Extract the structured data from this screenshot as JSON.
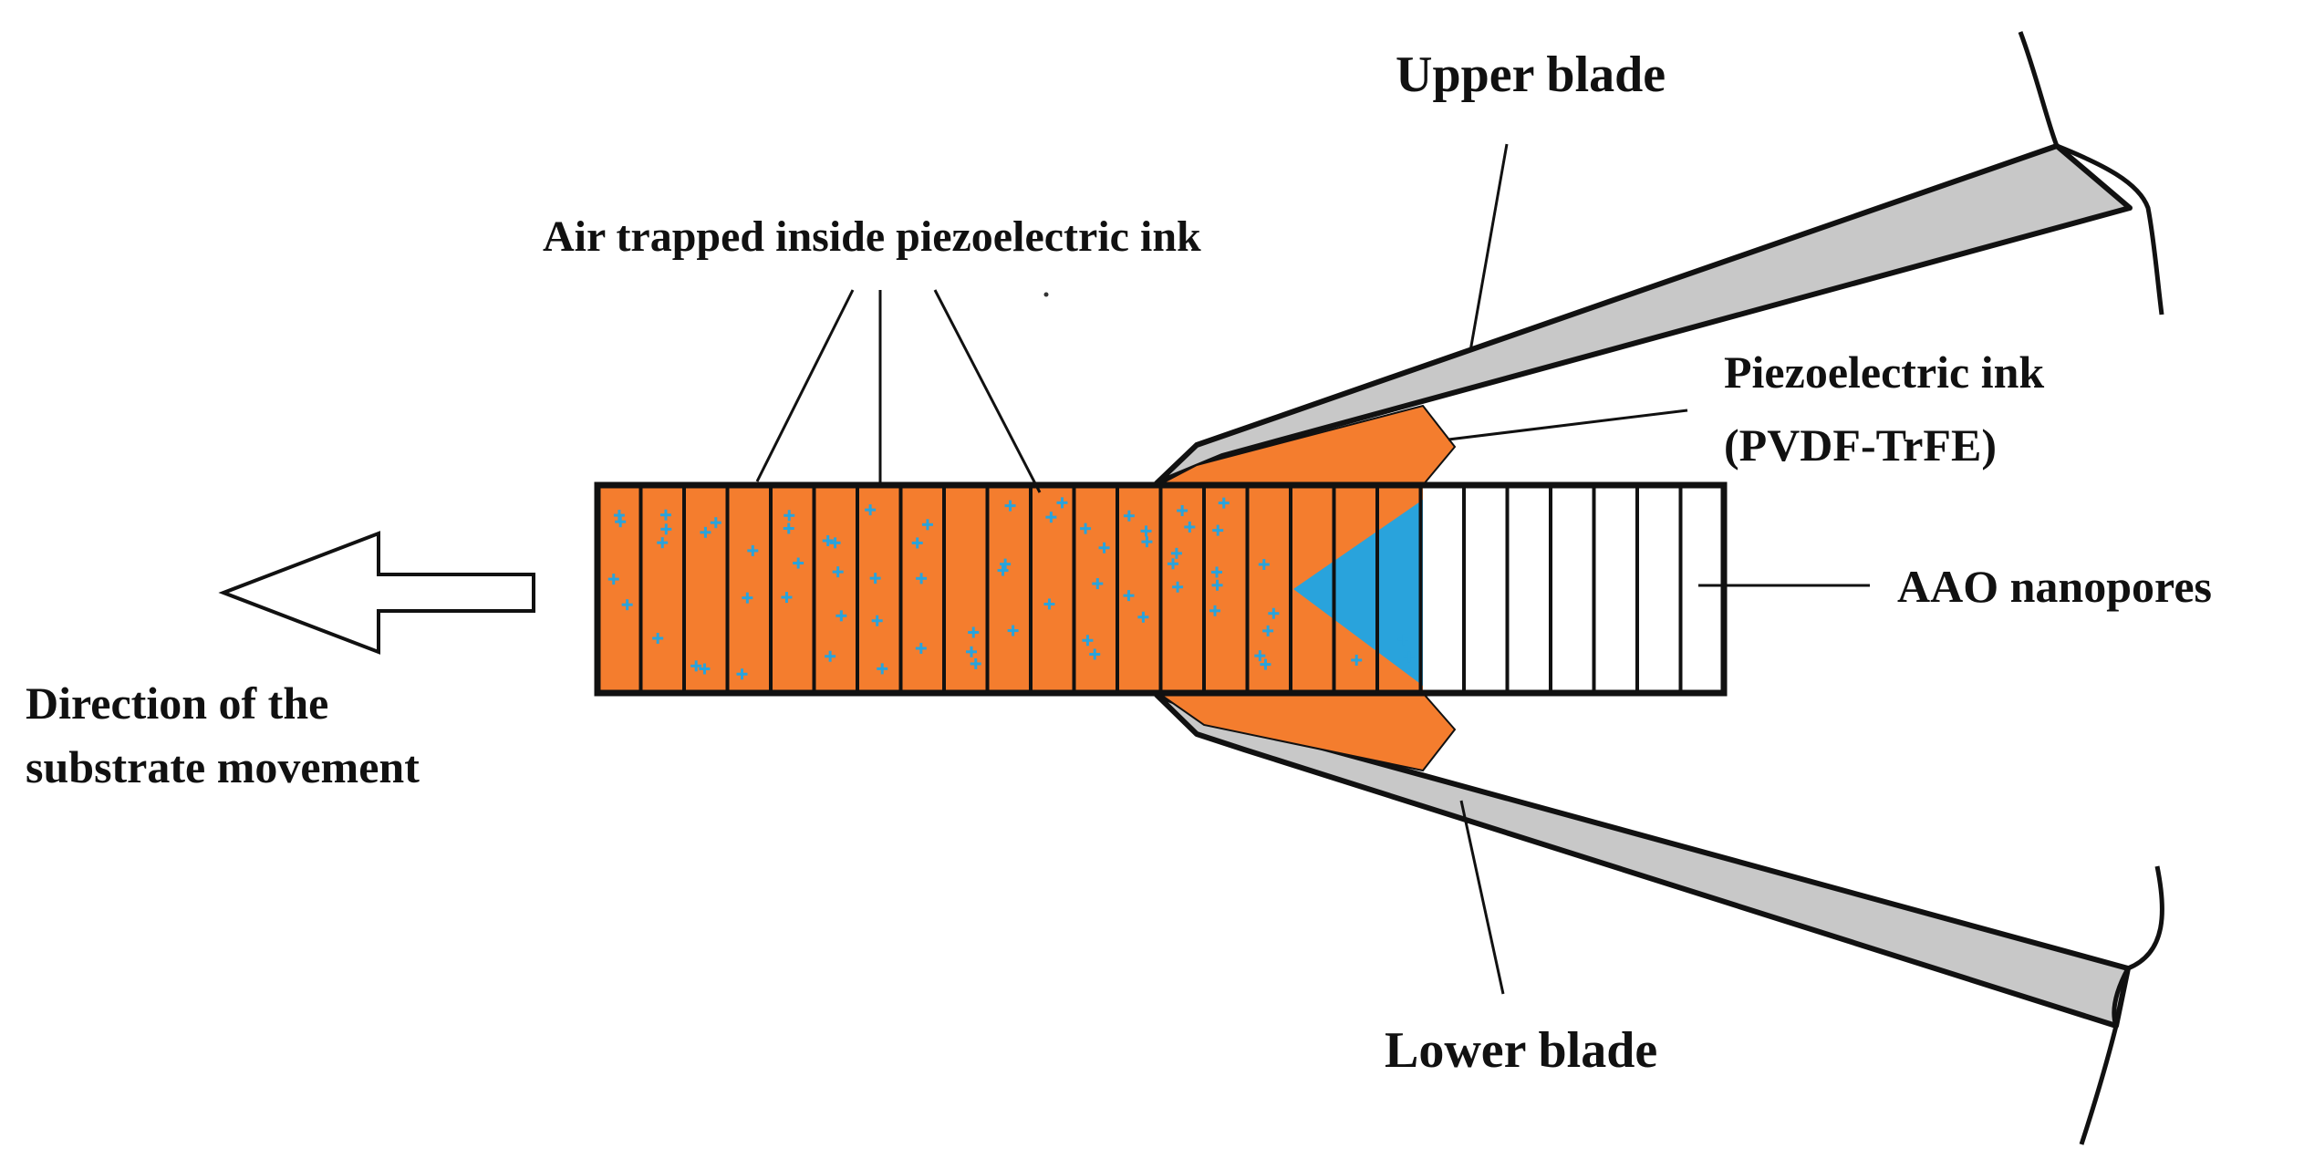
{
  "labels": {
    "upper_blade": "Upper blade",
    "air_trapped": "Air trapped inside piezoelectric ink",
    "ink_line1": "Piezoelectric ink",
    "ink_line2": "(PVDF-TrFE)",
    "aao": "AAO nanopores",
    "direction_line1": "Direction of the",
    "direction_line2": "substrate movement",
    "lower_blade": "Lower blade"
  },
  "colors": {
    "ink": "#F47D2E",
    "air_bubble": "#29A3DC",
    "blade": "#C8C8C8",
    "outline": "#111111",
    "background": "#FFFFFF"
  }
}
